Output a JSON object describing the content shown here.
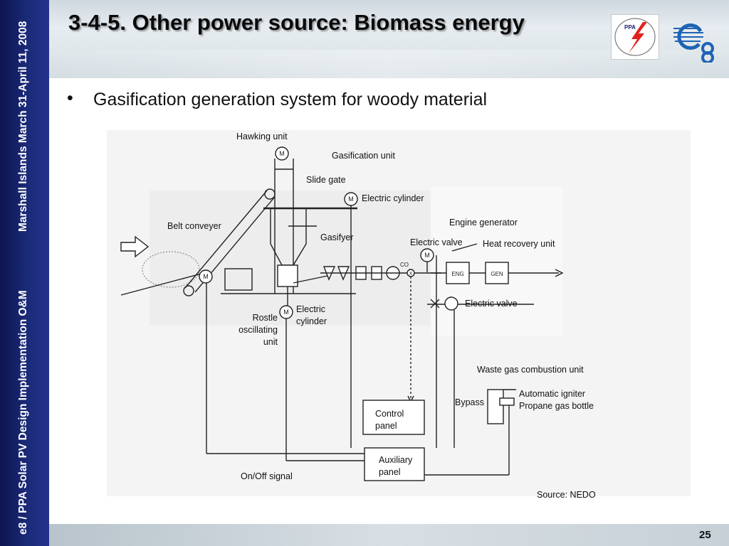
{
  "sidebar": {
    "upper_text": "Marshall Islands March 31-April 11, 2008",
    "lower_text": "e8 / PPA Solar PV Design Implementation O&M"
  },
  "slide": {
    "title": "3-4-5. Other power source: Biomass energy",
    "bullet": "Gasification generation system for woody material",
    "page_number": "25"
  },
  "logos": {
    "ppa_logo_text": "PPA",
    "e8_logo_text": "e8"
  },
  "diagram": {
    "labels": {
      "hawking_unit": "Hawking unit",
      "gasification_unit": "Gasification unit",
      "slide_gate": "Slide gate",
      "electric_cylinder_top": "Electric cylinder",
      "engine_generator": "Engine generator",
      "belt_conveyer": "Belt conveyer",
      "gasifyer": "Gasifyer",
      "electric_valve_top": "Electric valve",
      "heat_recovery_unit": "Heat recovery unit",
      "rostle_oscillating_unit": "Rostle\noscillating\nunit",
      "electric_cylinder_bottom": "Electric\ncylinder",
      "electric_valve_right": "Electric valve",
      "waste_gas_combustion_unit": "Waste gas combustion unit",
      "automatic_igniter": "Automatic igniter",
      "propane_gas_bottle": "Propane gas bottle",
      "bypass": "Bypass",
      "control_panel": "Control\npanel",
      "auxiliary_panel": "Auxiliary\npanel",
      "on_off_signal": "On/Off signal",
      "source": "Source: NEDO"
    },
    "component_text": {
      "motor_symbol": "M",
      "eng": "ENG",
      "gen": "GEN",
      "co": "CO",
      "x_mark": "X"
    }
  }
}
